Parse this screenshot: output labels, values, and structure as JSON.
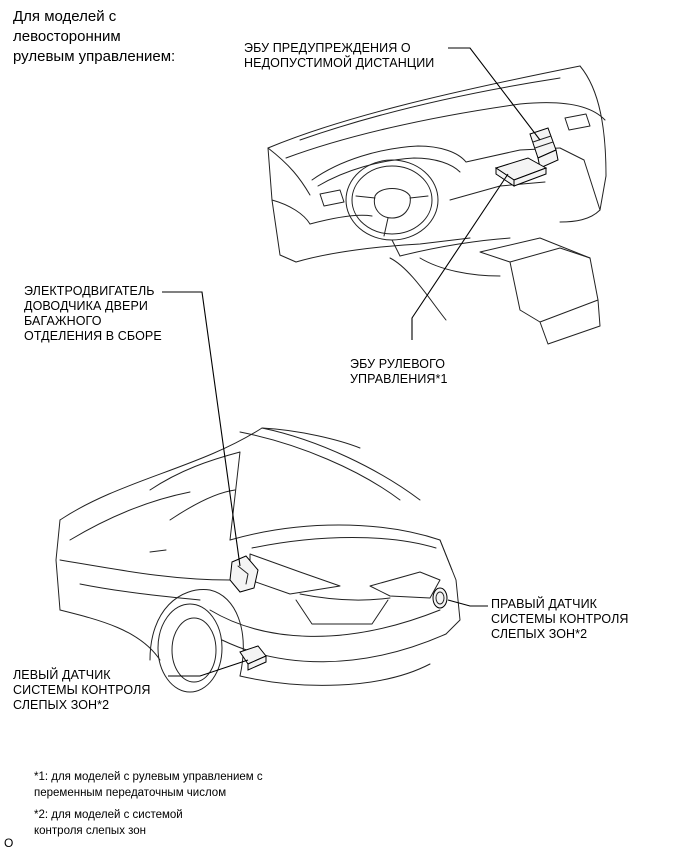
{
  "heading": [
    "Для моделей с",
    "левосторонним",
    "рулевым управлением:"
  ],
  "labels": {
    "warning_ecu": [
      "ЭБУ ПРЕДУПРЕЖДЕНИЯ О",
      "НЕДОПУСТИМОЙ ДИСТАНЦИИ"
    ],
    "steering_ecu": [
      "ЭБУ РУЛЕВОГО",
      "УПРАВЛЕНИЯ*1"
    ],
    "closer_motor": [
      "ЭЛЕКТРОДВИГАТЕЛЬ",
      "ДОВОДЧИКА ДВЕРИ",
      "БАГАЖНОГО",
      "ОТДЕЛЕНИЯ В СБОРЕ"
    ],
    "right_sensor": [
      "ПРАВЫЙ ДАТЧИК",
      "СИСТЕМЫ КОНТРОЛЯ",
      "СЛЕПЫХ ЗОН*2"
    ],
    "left_sensor": [
      "ЛЕВЫЙ ДАТЧИК",
      "СИСТЕМЫ КОНТРОЛЯ",
      "СЛЕПЫХ ЗОН*2"
    ]
  },
  "notes": {
    "note1": [
      "*1: для моделей с рулевым управлением с",
      "переменным передаточным числом"
    ],
    "note2": [
      "*2: для моделей с системой",
      "контроля слепых зон"
    ]
  },
  "figure_code": "O"
}
